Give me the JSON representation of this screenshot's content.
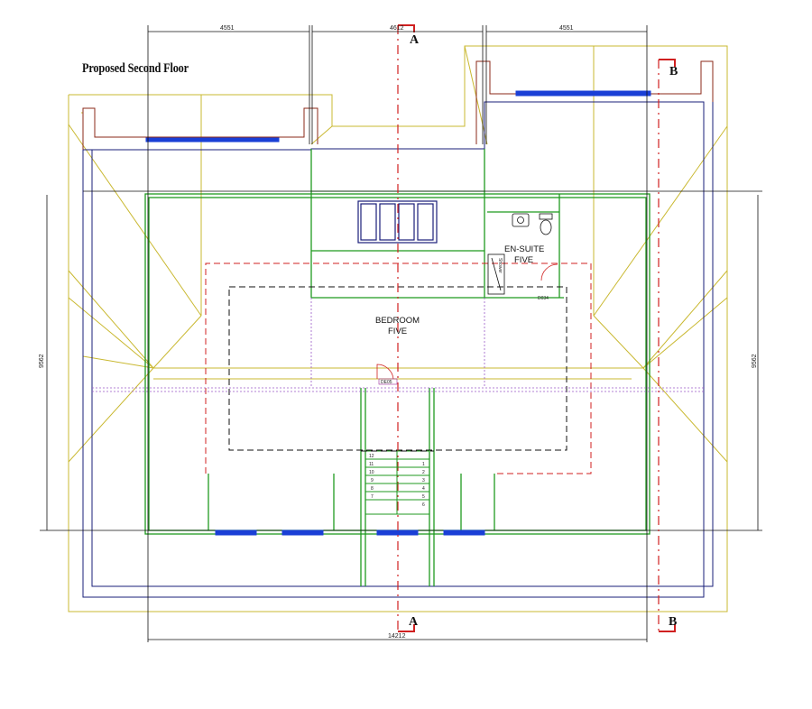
{
  "drawing": {
    "title": "Proposed Second Floor"
  },
  "dimensions": {
    "top_left": "4551",
    "top_middle": "4612",
    "top_right": "4551",
    "left_height": "9562",
    "right_height": "9562",
    "bottom_total": "14212"
  },
  "rooms": {
    "bedroom_line1": "BEDROOM",
    "bedroom_line2": "FIVE",
    "ensuite_line1": "EN-SUITE",
    "ensuite_line2": "FIVE"
  },
  "sections": {
    "a_top": "A",
    "a_bottom": "A",
    "b_top": "B",
    "b_bottom": "B"
  },
  "labels": {
    "door_tag": "D034",
    "stair_tag": "DE05",
    "shower_tag": "Shower",
    "stair_numbers_left": [
      "12",
      "11",
      "10",
      "9",
      "8",
      "7"
    ],
    "stair_numbers_right": [
      "1",
      "2",
      "3",
      "4",
      "5",
      "6"
    ]
  },
  "colors": {
    "outline_yellow": "#c9b830",
    "wall_green": "#1f9a1f",
    "navy_outline": "#1a1f7a",
    "window_blue": "#1a3fd6",
    "section_red": "#d02020",
    "brick_red": "#8b2a1a",
    "dashed_black": "#111111",
    "purple_line": "#9a5ac8"
  }
}
